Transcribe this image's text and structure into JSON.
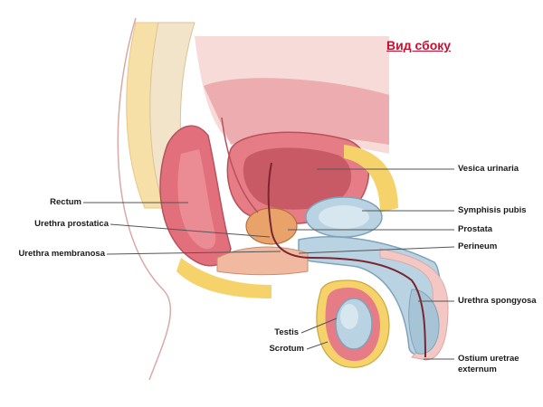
{
  "title": "Вид сбоку",
  "colors": {
    "title": "#c8102e",
    "skin": "#f3c7c3",
    "muscle": "#e2707c",
    "bone": "#b9d3e2",
    "fat": "#f5d36a"
  },
  "labels": {
    "rectum": "Rectum",
    "urethra_prostatica": "Urethra prostatica",
    "urethra_membranosa": "Urethra membranosa",
    "testis": "Testis",
    "scrotum": "Scrotum",
    "vesica_urinaria": "Vesica urinaria",
    "symphisis_pubis": "Symphisis pubis",
    "prostata": "Prostata",
    "perineum": "Perineum",
    "urethra_spongyosa": "Urethra spongyosa",
    "ostium_line1": "Ostium uretrae",
    "ostium_line2": "externum"
  }
}
